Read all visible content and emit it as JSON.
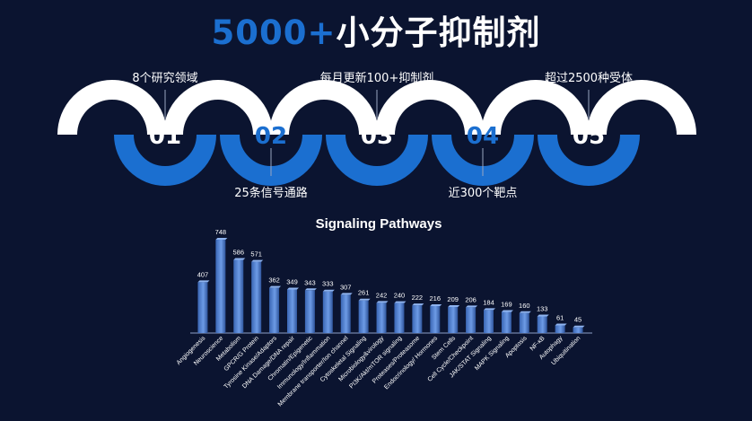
{
  "title": {
    "highlight": "5000+",
    "rest": "小分子抑制剂"
  },
  "colors": {
    "background": "#0b1430",
    "accent": "#1b6fd0",
    "white": "#ffffff",
    "bar": "#4f7fcf"
  },
  "steps": [
    {
      "num": "01",
      "label": "8个研究领域",
      "label_pos": "top"
    },
    {
      "num": "02",
      "label": "25条信号通路",
      "label_pos": "bottom"
    },
    {
      "num": "03",
      "label": "每月更新100+抑制剂",
      "label_pos": "top"
    },
    {
      "num": "04",
      "label": "近300个靶点",
      "label_pos": "bottom"
    },
    {
      "num": "05",
      "label": "超过2500种受体",
      "label_pos": "top"
    }
  ],
  "chart_data": {
    "type": "bar",
    "title": "Signaling Pathways",
    "xlabel": "",
    "ylabel": "",
    "ylim": [
      0,
      800
    ],
    "grid": false,
    "categories": [
      "Angiogenesis",
      "Neuroscience",
      "Metabolism",
      "GPCR/G Protein",
      "Tyrosine Kinase/Adaptors",
      "DNA Damage/DNA repair",
      "Chromatin/Epigenetic",
      "Immunology/Inflammation",
      "Membrane transporter/Ion channel",
      "Cytoskeletal Signaling",
      "Microbiology&virology",
      "PI3K/Akt/mTOR signaling",
      "Proteases/Proteasome",
      "Endocrinology/ Hormones",
      "Stem Cells",
      "Cell Cycle/Checkpoint",
      "JAK/STAT Signaling",
      "MAPK Signaling",
      "Apoptosis",
      "NF-κB",
      "Autophagy",
      "Ubiquitination"
    ],
    "values": [
      407,
      748,
      586,
      571,
      362,
      349,
      343,
      333,
      307,
      261,
      242,
      240,
      222,
      216,
      209,
      206,
      184,
      169,
      160,
      133,
      61,
      45
    ]
  }
}
